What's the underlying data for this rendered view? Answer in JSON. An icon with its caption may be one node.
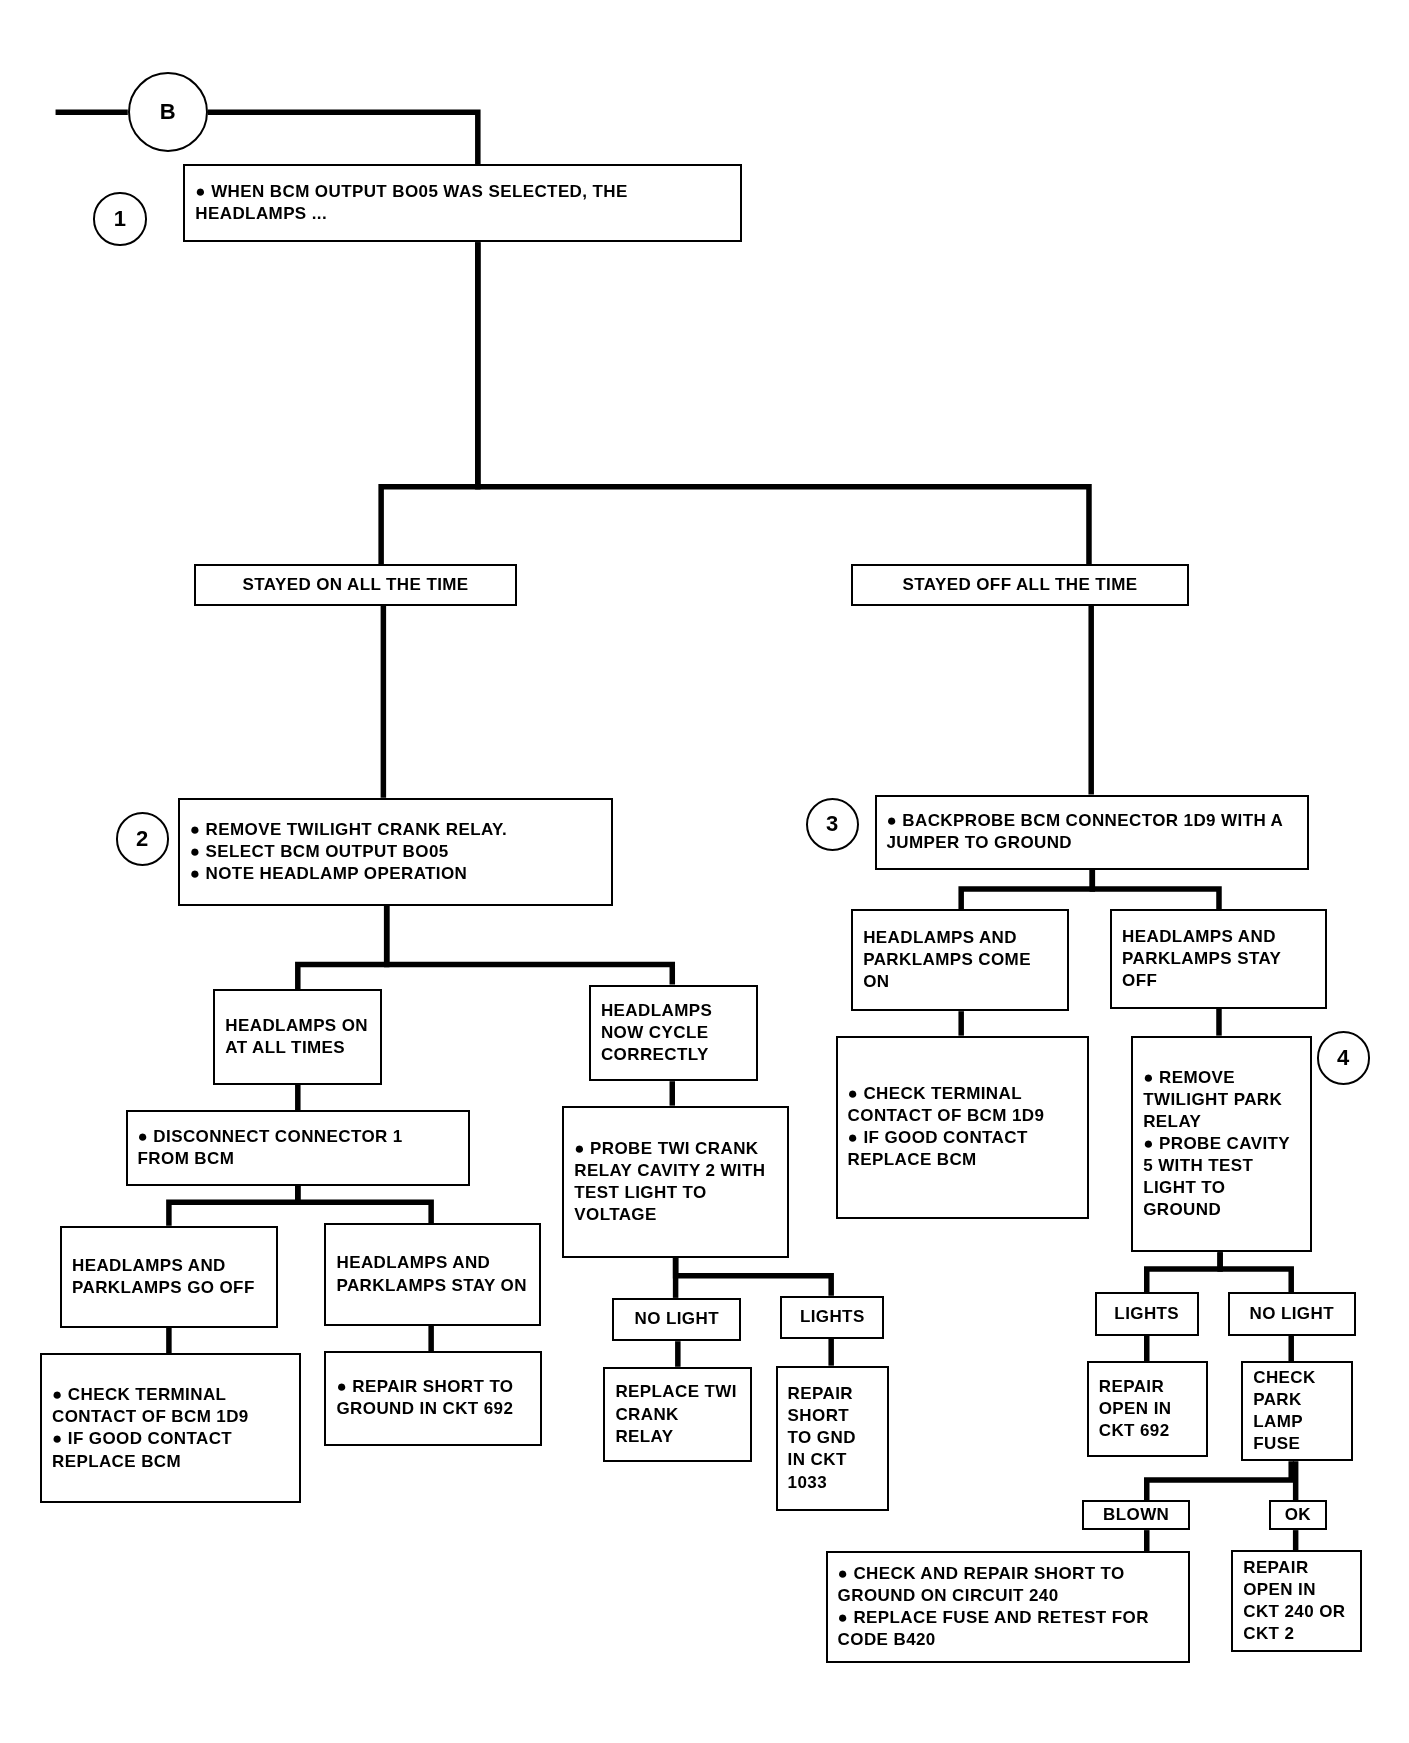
{
  "diagram": {
    "nodes": [
      {
        "text": [
          "B"
        ]
      },
      {
        "text": [
          "1"
        ]
      },
      {
        "text": [
          "● WHEN BCM OUTPUT BO05 WAS SELECTED, THE HEADLAMPS ..."
        ]
      },
      {
        "text": [
          "STAYED ON ALL THE TIME"
        ]
      },
      {
        "text": [
          "STAYED OFF ALL THE TIME"
        ]
      },
      {
        "text": [
          "2"
        ]
      },
      {
        "text": [
          "● REMOVE TWILIGHT CRANK RELAY.",
          "● SELECT BCM OUTPUT BO05",
          "● NOTE HEADLAMP OPERATION"
        ]
      },
      {
        "text": [
          "3"
        ]
      },
      {
        "text": [
          "● BACKPROBE BCM CONNECTOR 1D9 WITH A JUMPER TO GROUND"
        ]
      },
      {
        "text": [
          "HEADLAMPS ON AT ALL TIMES"
        ]
      },
      {
        "text": [
          "HEADLAMPS NOW CYCLE CORRECTLY"
        ]
      },
      {
        "text": [
          "HEADLAMPS AND PARKLAMPS COME ON"
        ]
      },
      {
        "text": [
          "HEADLAMPS AND PARKLAMPS STAY OFF"
        ]
      },
      {
        "text": [
          "● DISCONNECT CONNECTOR 1 FROM BCM"
        ]
      },
      {
        "text": [
          "● PROBE TWI CRANK RELAY CAVITY 2 WITH TEST LIGHT TO VOLTAGE"
        ]
      },
      {
        "text": [
          "● CHECK TERMINAL CONTACT OF BCM 1D9",
          "● IF GOOD CONTACT REPLACE BCM"
        ]
      },
      {
        "text": [
          "4"
        ]
      },
      {
        "text": [
          "● REMOVE TWILIGHT PARK RELAY",
          "● PROBE CAVITY 5 WITH TEST LIGHT TO GROUND"
        ]
      },
      {
        "text": [
          "HEADLAMPS AND PARKLAMPS GO OFF"
        ]
      },
      {
        "text": [
          "HEADLAMPS AND PARKLAMPS STAY ON"
        ]
      },
      {
        "text": [
          "NO LIGHT"
        ]
      },
      {
        "text": [
          "LIGHTS"
        ]
      },
      {
        "text": [
          "LIGHTS"
        ]
      },
      {
        "text": [
          "NO LIGHT"
        ]
      },
      {
        "text": [
          "● CHECK TERMINAL CONTACT OF BCM 1D9",
          "● IF GOOD CONTACT REPLACE BCM"
        ]
      },
      {
        "text": [
          "● REPAIR SHORT TO GROUND IN CKT 692"
        ]
      },
      {
        "text": [
          "REPLACE TWI CRANK RELAY"
        ]
      },
      {
        "text": [
          "REPAIR SHORT TO GND IN CKT 1033"
        ]
      },
      {
        "text": [
          "REPAIR OPEN IN CKT 692"
        ]
      },
      {
        "text": [
          "CHECK PARK LAMP FUSE"
        ]
      },
      {
        "text": [
          "BLOWN"
        ]
      },
      {
        "text": [
          "OK"
        ]
      },
      {
        "text": [
          "● CHECK AND REPAIR SHORT TO GROUND ON CIRCUIT 240",
          "● REPLACE FUSE AND RETEST FOR CODE B420"
        ]
      },
      {
        "text": [
          "REPAIR OPEN IN CKT 240 OR CKT 2"
        ]
      }
    ],
    "edges": [
      {
        "from": null,
        "to": 0,
        "arrow": "none"
      },
      {
        "from": 0,
        "to": 2,
        "arrow": "none"
      },
      {
        "from": 2,
        "to": 3,
        "arrow": "none"
      },
      {
        "from": 2,
        "to": 4,
        "arrow": "none"
      },
      {
        "from": 3,
        "to": 6,
        "arrow": "none"
      },
      {
        "from": 4,
        "to": 8,
        "arrow": "none"
      },
      {
        "from": 6,
        "to": 9,
        "arrow": "none"
      },
      {
        "from": 6,
        "to": 10,
        "arrow": "none"
      },
      {
        "from": 8,
        "to": 11,
        "arrow": "none"
      },
      {
        "from": 8,
        "to": 12,
        "arrow": "none"
      },
      {
        "from": 9,
        "to": 13,
        "arrow": "none"
      },
      {
        "from": 10,
        "to": 14,
        "arrow": "none"
      },
      {
        "from": 11,
        "to": 15,
        "arrow": "none"
      },
      {
        "from": 12,
        "to": 17,
        "arrow": "none"
      },
      {
        "from": 13,
        "to": 18,
        "arrow": "none"
      },
      {
        "from": 13,
        "to": 19,
        "arrow": "none"
      },
      {
        "from": 14,
        "to": 20,
        "arrow": "none"
      },
      {
        "from": 14,
        "to": 21,
        "arrow": "none"
      },
      {
        "from": 17,
        "to": 22,
        "arrow": "none"
      },
      {
        "from": 17,
        "to": 23,
        "arrow": "none"
      },
      {
        "from": 18,
        "to": 24,
        "arrow": "none"
      },
      {
        "from": 19,
        "to": 25,
        "arrow": "none"
      },
      {
        "from": 20,
        "to": 26,
        "arrow": "none"
      },
      {
        "from": 21,
        "to": 27,
        "arrow": "none"
      },
      {
        "from": 22,
        "to": 28,
        "arrow": "none"
      },
      {
        "from": 23,
        "to": 29,
        "arrow": "none"
      },
      {
        "from": 29,
        "to": 30,
        "arrow": "none"
      },
      {
        "from": 29,
        "to": 31,
        "arrow": "none"
      },
      {
        "from": 30,
        "to": 32,
        "arrow": "none"
      },
      {
        "from": 31,
        "to": 33,
        "arrow": "none"
      }
    ]
  }
}
